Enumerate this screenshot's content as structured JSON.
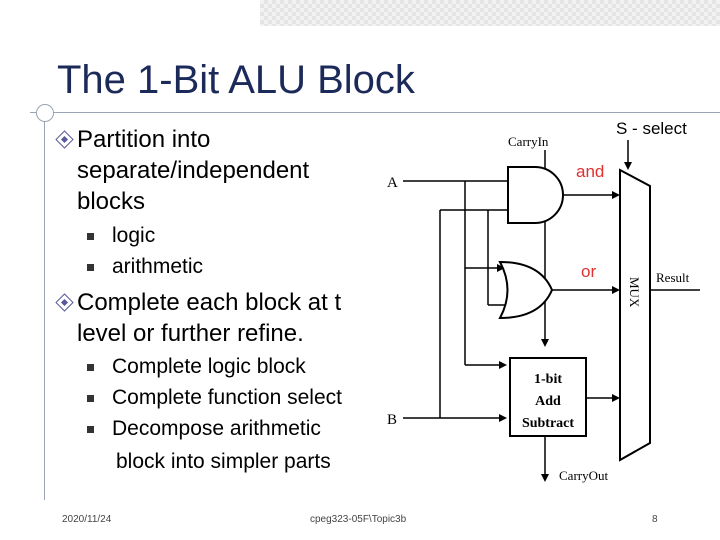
{
  "slide": {
    "title": "The 1-Bit ALU Block",
    "bullets": [
      {
        "lines": [
          "Partition into",
          "separate/independent",
          "blocks"
        ],
        "sub": [
          "logic",
          "arithmetic"
        ]
      },
      {
        "lines": [
          "Complete each block at t",
          "level or further refine."
        ],
        "sub": [
          "Complete logic block",
          "Complete function select",
          "Decompose arithmetic",
          "block into simpler parts"
        ]
      }
    ],
    "footer": {
      "date": "2020/11/24",
      "file": "cpeg323-05F\\Topic3b",
      "page": "8"
    }
  },
  "diagram": {
    "carry_in": "CarryIn",
    "select": "S - select",
    "and_label": "and",
    "or_label": "or",
    "input_a": "A",
    "input_b": "B",
    "mux": "MUX",
    "result": "Result",
    "adder": [
      "1-bit",
      "Add",
      "Subtract"
    ],
    "carry_out": "CarryOut",
    "accent_color": "#e03030"
  }
}
